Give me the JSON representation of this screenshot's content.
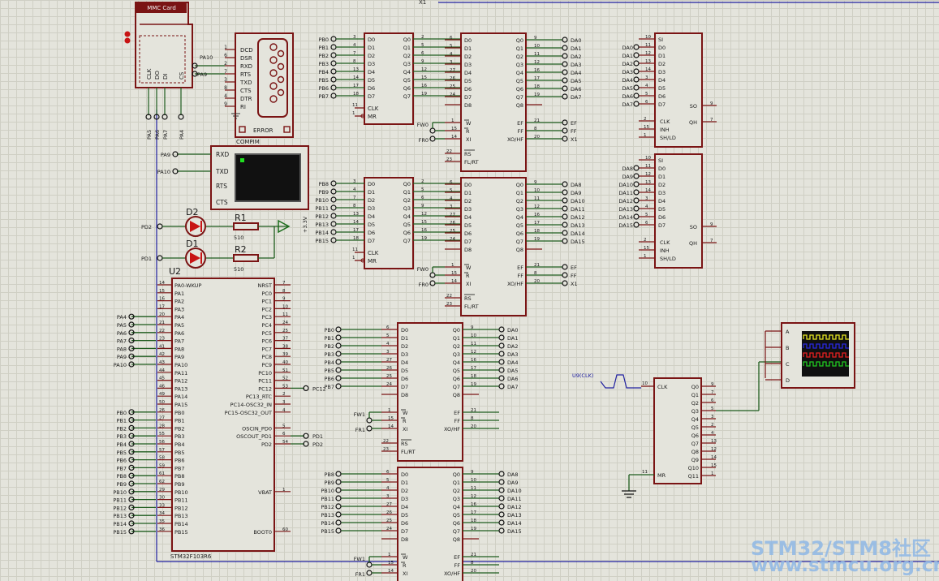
{
  "colors": {
    "wire": "#1e5c1e",
    "body": "#7a1414",
    "pinLine": "#7a1414",
    "text": "#1a1a1a",
    "bus": "#2020a0",
    "led": "#c81414"
  },
  "watermark": {
    "line1": "STM32/STM8社区",
    "line2": "www.stmcu.org.cn"
  },
  "top_label": "X1",
  "mmc": {
    "title": "MMC Card",
    "pins": [
      "CLK",
      "DO",
      "DI",
      "CS"
    ],
    "nets": [
      "PA5",
      "PA6",
      "PA7",
      "PA4"
    ]
  },
  "compim": {
    "name": "COMPIM",
    "pins": [
      "DCD",
      "DSR",
      "RXD",
      "RTS",
      "TXD",
      "CTS",
      "DTR",
      "RI"
    ],
    "nums": [
      "1",
      "6",
      "2",
      "7",
      "3",
      "8",
      "4",
      "9"
    ],
    "error": "ERROR",
    "nets": [
      "PA10",
      "PA9"
    ]
  },
  "terminal": {
    "pins": [
      "RXD",
      "TXD",
      "RTS",
      "CTS"
    ],
    "nets": [
      "PA9",
      "PA10"
    ]
  },
  "leds": [
    {
      "name": "D2",
      "net": "PD2",
      "res": "R1",
      "val": "510"
    },
    {
      "name": "D1",
      "net": "PD1",
      "res": "R2",
      "val": "510"
    }
  ],
  "vcc": "+3.3V",
  "mcu": {
    "ref": "U2",
    "part": "STM32F103R6",
    "left": [
      [
        "PA0-WKUP",
        "14"
      ],
      [
        "PA1",
        "15"
      ],
      [
        "PA2",
        "16"
      ],
      [
        "PA3",
        "17"
      ],
      [
        "PA4",
        "20"
      ],
      [
        "PA5",
        "21"
      ],
      [
        "PA6",
        "22"
      ],
      [
        "PA7",
        "23"
      ],
      [
        "PA8",
        "41"
      ],
      [
        "PA9",
        "42"
      ],
      [
        "PA10",
        "43"
      ],
      [
        "PA11",
        "44"
      ],
      [
        "PA12",
        "45"
      ],
      [
        "PA13",
        "46"
      ],
      [
        "PA14",
        "49"
      ],
      [
        "PA15",
        "50"
      ],
      [
        "PB0",
        "26"
      ],
      [
        "PB1",
        "27"
      ],
      [
        "PB2",
        "28"
      ],
      [
        "PB3",
        "55"
      ],
      [
        "PB4",
        "56"
      ],
      [
        "PB5",
        "57"
      ],
      [
        "PB6",
        "58"
      ],
      [
        "PB7",
        "59"
      ],
      [
        "PB8",
        "61"
      ],
      [
        "PB9",
        "62"
      ],
      [
        "PB10",
        "29"
      ],
      [
        "PB11",
        "30"
      ],
      [
        "PB12",
        "33"
      ],
      [
        "PB13",
        "34"
      ],
      [
        "PB14",
        "35"
      ],
      [
        "PB15",
        "36"
      ]
    ],
    "right": [
      [
        "NRST",
        "7"
      ],
      [
        "PC0",
        "8"
      ],
      [
        "PC1",
        "9"
      ],
      [
        "PC2",
        "10"
      ],
      [
        "PC3",
        "11"
      ],
      [
        "PC4",
        "24"
      ],
      [
        "PC5",
        "25"
      ],
      [
        "PC6",
        "37"
      ],
      [
        "PC7",
        "38"
      ],
      [
        "PC8",
        "39"
      ],
      [
        "PC9",
        "40"
      ],
      [
        "PC10",
        "51"
      ],
      [
        "PC11",
        "52"
      ],
      [
        "PC12",
        "53"
      ],
      [
        "PC13_RTC",
        "2"
      ],
      [
        "PC14-OSC32_IN",
        "3"
      ],
      [
        "PC15-OSC32_OUT",
        "4"
      ],
      [
        "",
        ""
      ],
      [
        "OSCIN_PD0",
        "5"
      ],
      [
        "OSCOUT_PD1",
        "6"
      ],
      [
        "PD2",
        "54"
      ],
      [
        "",
        ""
      ],
      [
        "",
        ""
      ],
      [
        "",
        ""
      ],
      [
        "",
        ""
      ],
      [
        "",
        ""
      ],
      [
        "VBAT",
        "1"
      ],
      [
        "",
        ""
      ],
      [
        "",
        ""
      ],
      [
        "",
        ""
      ],
      [
        "",
        ""
      ],
      [
        "BOOT0",
        "60"
      ]
    ],
    "left_nets": {
      "PA4": 4,
      "PA5": 5,
      "PA6": 6,
      "PA7": 7,
      "PA8": 8,
      "PA9": 9,
      "PA10": 10,
      "PB0": 16,
      "PB1": 17,
      "PB2": 18,
      "PB3": 19,
      "PB4": 20,
      "PB5": 21,
      "PB6": 22,
      "PB7": 23,
      "PB8": 24,
      "PB9": 25,
      "PB10": 26,
      "PB11": 27,
      "PB12": 28,
      "PB13": 29,
      "PB14": 30,
      "PB15": 31
    },
    "right_nets": [
      [
        "PC12",
        13
      ],
      [
        "PD1",
        19
      ],
      [
        "PD2",
        20
      ]
    ]
  },
  "latches": [
    {
      "inputs": [
        "PB0",
        "PB1",
        "PB2",
        "PB3",
        "PB4",
        "PB5",
        "PB6",
        "PB7"
      ]
    },
    {
      "inputs": [
        "PB8",
        "PB9",
        "PB10",
        "PB11",
        "PB12",
        "PB13",
        "PB14",
        "PB15"
      ]
    }
  ],
  "latch_pins": {
    "d_nums": [
      "3",
      "4",
      "7",
      "8",
      "13",
      "14",
      "17",
      "18"
    ],
    "q_nums": [
      "2",
      "5",
      "6",
      "9",
      "12",
      "15",
      "16",
      "19"
    ],
    "clk": "CLK",
    "mr": "MR",
    "clk_num": "11",
    "mr_num": "1"
  },
  "fifo_pins": {
    "d_nums": [
      "6",
      "5",
      "4",
      "3",
      "27",
      "26",
      "25",
      "24"
    ],
    "q_nums": [
      "9",
      "10",
      "11",
      "12",
      "16",
      "17",
      "18",
      "19"
    ],
    "flags": [
      "EF",
      "FF",
      "XO/HF"
    ],
    "flag_nums": [
      "21",
      "8",
      "20"
    ],
    "ctrl": [
      "W",
      "R",
      "XI"
    ],
    "ctrl_nums": [
      "1",
      "15",
      "14"
    ],
    "rs": [
      "RS",
      "FL/RT"
    ],
    "rs_nums": [
      "22",
      "23"
    ]
  },
  "fifos_top": [
    {
      "outputs": [
        "DA0",
        "DA1",
        "DA2",
        "DA3",
        "DA4",
        "DA5",
        "DA6",
        "DA7"
      ],
      "w": "FW0",
      "r": "FR0",
      "flags": [
        "EF",
        "FF",
        "X1"
      ]
    },
    {
      "outputs": [
        "DA8",
        "DA9",
        "DA10",
        "DA11",
        "DA12",
        "DA13",
        "DA14",
        "DA15"
      ],
      "w": "FW0",
      "r": "FR0",
      "flags": [
        "EF",
        "FF",
        "X1"
      ]
    }
  ],
  "fifos_bottom": [
    {
      "inputs": [
        "PB0",
        "PB1",
        "PB2",
        "PB3",
        "PB4",
        "PB5",
        "PB6",
        "PB7"
      ],
      "outputs": [
        "DA0",
        "DA1",
        "DA2",
        "DA3",
        "DA4",
        "DA5",
        "DA6",
        "DA7"
      ],
      "w": "FW1",
      "r": "FR1"
    },
    {
      "inputs": [
        "PB8",
        "PB9",
        "PB10",
        "PB11",
        "PB12",
        "PB13",
        "PB14",
        "PB15"
      ],
      "outputs": [
        "DA8",
        "DA9",
        "DA10",
        "DA11",
        "DA12",
        "DA13",
        "DA14",
        "DA15"
      ],
      "w": "FW1",
      "r": "FR1"
    }
  ],
  "shiftregs": [
    {
      "inputs": [
        "DA0",
        "DA1",
        "DA2",
        "DA3",
        "DA4",
        "DA5",
        "DA6",
        "DA7"
      ]
    },
    {
      "inputs": [
        "DA8",
        "DA9",
        "DA10",
        "DA11",
        "DA12",
        "DA13",
        "DA14",
        "DA15"
      ]
    }
  ],
  "sr_pins": {
    "names": [
      "SI",
      "D0",
      "D1",
      "D2",
      "D3",
      "D4",
      "D5",
      "D6",
      "D7"
    ],
    "nums": [
      "10",
      "11",
      "12",
      "13",
      "14",
      "3",
      "4",
      "5",
      "6"
    ],
    "ctrl": [
      "CLK",
      "INH",
      "SH/LD"
    ],
    "ctrl_nums": [
      "2",
      "15",
      "1"
    ],
    "out": [
      "SO",
      "QH"
    ],
    "out_nums": [
      "9",
      "7"
    ]
  },
  "counter": {
    "clk_label": "U9(CLK)",
    "pins_in": [
      "CLK",
      "MR"
    ],
    "in_nums": [
      "10",
      "11"
    ],
    "outs": [
      "Q0",
      "Q1",
      "Q2",
      "Q3",
      "Q4",
      "Q5",
      "Q6",
      "Q7",
      "Q8",
      "Q9",
      "Q10",
      "Q11"
    ],
    "out_nums": [
      "9",
      "7",
      "6",
      "5",
      "3",
      "2",
      "4",
      "13",
      "12",
      "14",
      "15",
      "1"
    ]
  },
  "scope": {
    "channels": [
      "A",
      "B",
      "C",
      "D"
    ],
    "trace_colors": [
      "#e8e820",
      "#2828e0",
      "#e82020",
      "#20c820"
    ]
  }
}
